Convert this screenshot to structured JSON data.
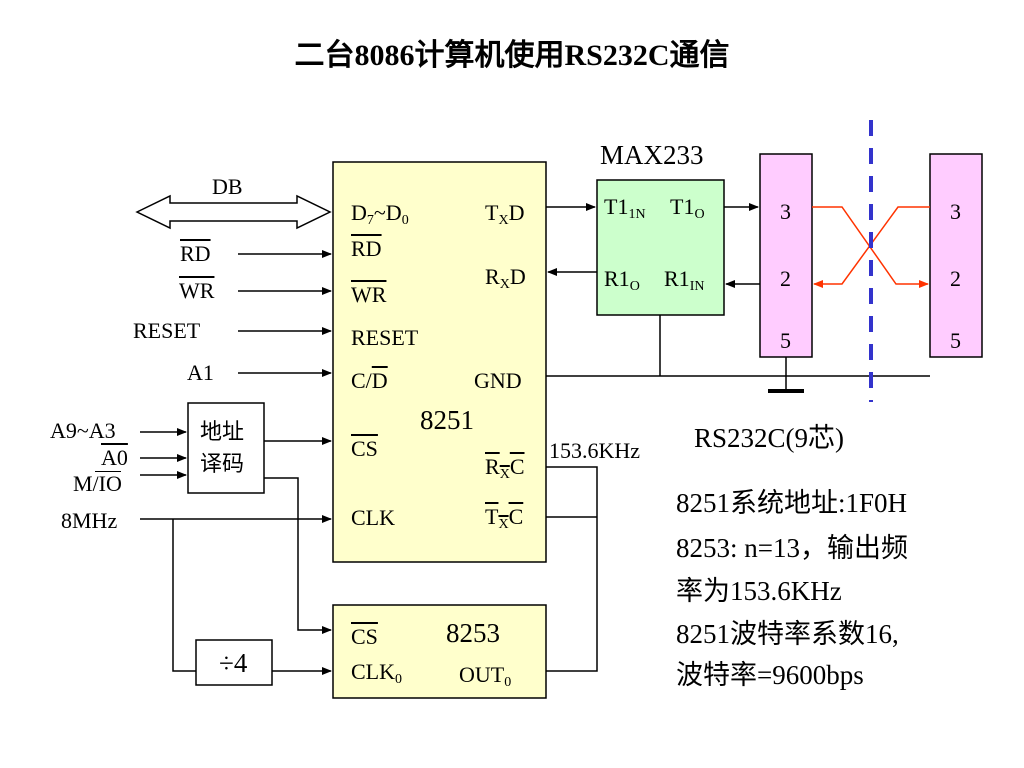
{
  "title": "二台8086计算机使用RS232C通信",
  "chip8251": {
    "name": "8251",
    "pins_left": [
      "D7~D0",
      "RD",
      "WR",
      "RESET",
      "C/D",
      "CS",
      "CLK"
    ],
    "pins_right": [
      "TXD",
      "RXD",
      "GND",
      "RXC",
      "TXC"
    ]
  },
  "chip8253": {
    "name": "8253",
    "pins": [
      "CS",
      "CLK0",
      "OUT0"
    ]
  },
  "max233": {
    "name": "MAX233",
    "pins": [
      "T1IN",
      "T1O",
      "R1O",
      "R1IN"
    ]
  },
  "connector_left": [
    "3",
    "2",
    "5"
  ],
  "connector_right": [
    "3",
    "2",
    "5"
  ],
  "signals": {
    "db": "DB",
    "rd": "RD",
    "wr": "WR",
    "reset": "RESET",
    "a1": "A1",
    "a9_a3": "A9~A3",
    "a0": "A0",
    "mio": "M/IO",
    "clk": "8MHz",
    "rxc_freq": "153.6KHz"
  },
  "decoder": {
    "line1": "地址",
    "line2": "译码"
  },
  "divider": "÷4",
  "rs232_label": "RS232C(9芯)",
  "notes": [
    "8251系统地址:1F0H",
    "8253:  n=13，输出频",
    "率为153.6KHz",
    "8251波特率系数16,",
    "波特率=9600bps"
  ],
  "colors": {
    "chip_fill": "#ffffcc",
    "max233_fill": "#ccffcc",
    "connector_fill": "#ffccff",
    "cross_line": "#ff3300",
    "dashed_line": "#3333cc"
  }
}
